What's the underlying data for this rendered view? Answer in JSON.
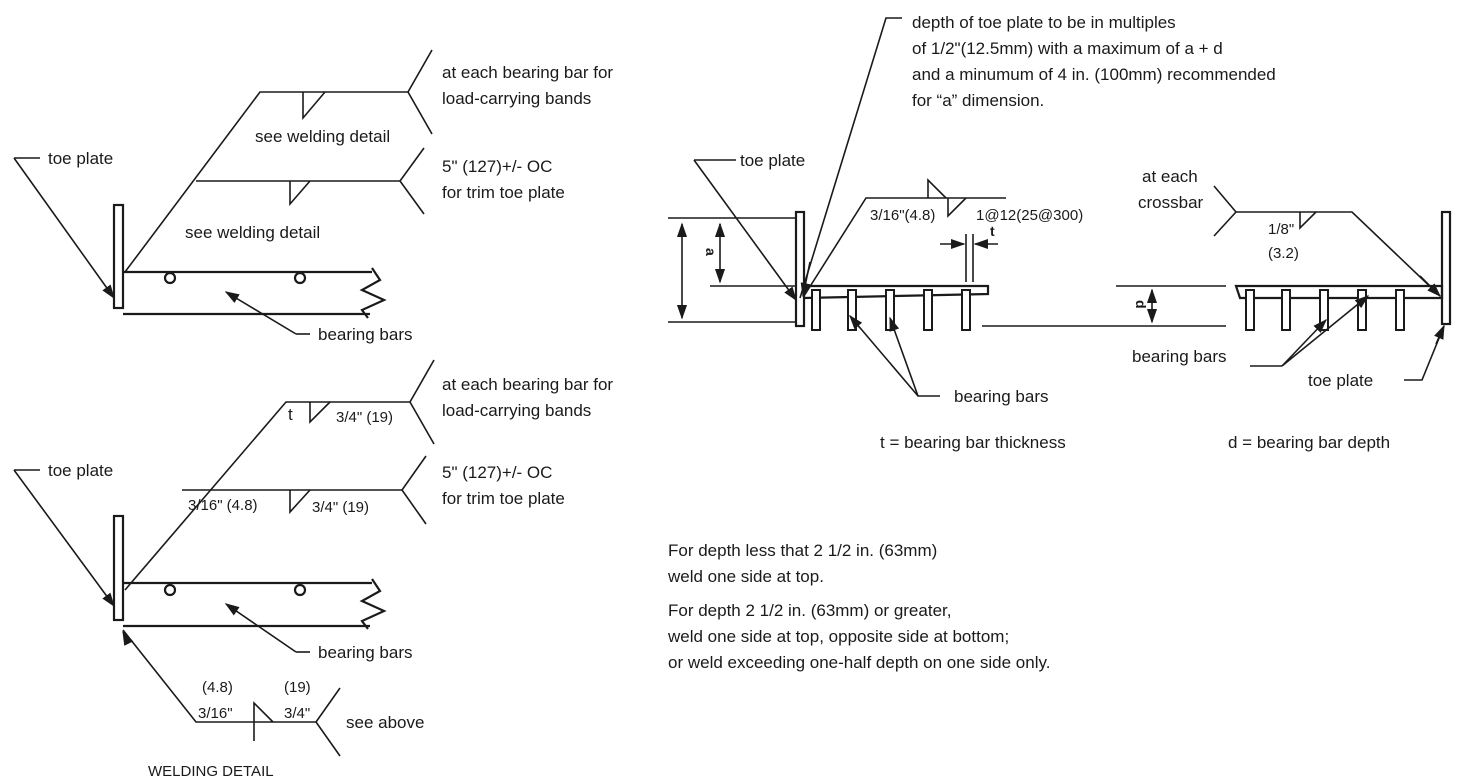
{
  "top_left": {
    "leader1": "at each bearing bar for",
    "leader1b": "load-carrying bands",
    "see_weld_1": "see welding detail",
    "leader2": "5\" (127)+/- OC",
    "leader2b": "for trim toe plate",
    "see_weld_2": "see welding detail",
    "toe_plate": "toe plate",
    "bearing_bars": "bearing bars"
  },
  "bottom_left": {
    "leader1": "at each bearing bar for",
    "leader1b": "load-carrying bands",
    "weld1_t": "t",
    "weld1_size": "3/4\" (19)",
    "leader2": "5\" (127)+/- OC",
    "leader2b": "for trim toe plate",
    "weld2_left": "3/16\" (4.8)",
    "weld2_right": "3/4\" (19)",
    "toe_plate": "toe plate",
    "bearing_bars": "bearing bars",
    "detail_a_mm": "(4.8)",
    "detail_b_mm": "(19)",
    "detail_a": "3/16\"",
    "detail_b": "3/4\"",
    "see_above": "see above",
    "caption": "WELDING DETAIL"
  },
  "right": {
    "note1": "depth of  toe plate to be in multiples",
    "note2": "of 1/2\"(12.5mm) with a maximum of a + d",
    "note3": "and a minumum of 4 in. (100mm) recommended",
    "note4": "for “a” dimension.",
    "toe_plate_left": "toe plate",
    "weld_left": "3/16\"(4.8)",
    "weld_pitch": "1@12(25@300)",
    "crossbar1": "at each",
    "crossbar2": "crossbar",
    "weld_right": "1/8\"",
    "weld_right_mm": "(3.2)",
    "dim_t": "t",
    "dim_a": "a",
    "dim_d": "d",
    "bearing_bars_left": "bearing bars",
    "bearing_bars_right": "bearing bars",
    "toe_plate_right": "toe plate",
    "legend_t": "t = bearing bar thickness",
    "legend_d": "d = bearing bar depth"
  },
  "notes": {
    "p1_line1": "For depth less that 2 1/2 in. (63mm)",
    "p1_line2": "weld one side at top.",
    "p2_line1": "For depth 2 1/2 in. (63mm) or greater,",
    "p2_line2": "weld one side at top, opposite side at bottom;",
    "p2_line3": "or weld exceeding one-half depth on one side only."
  }
}
